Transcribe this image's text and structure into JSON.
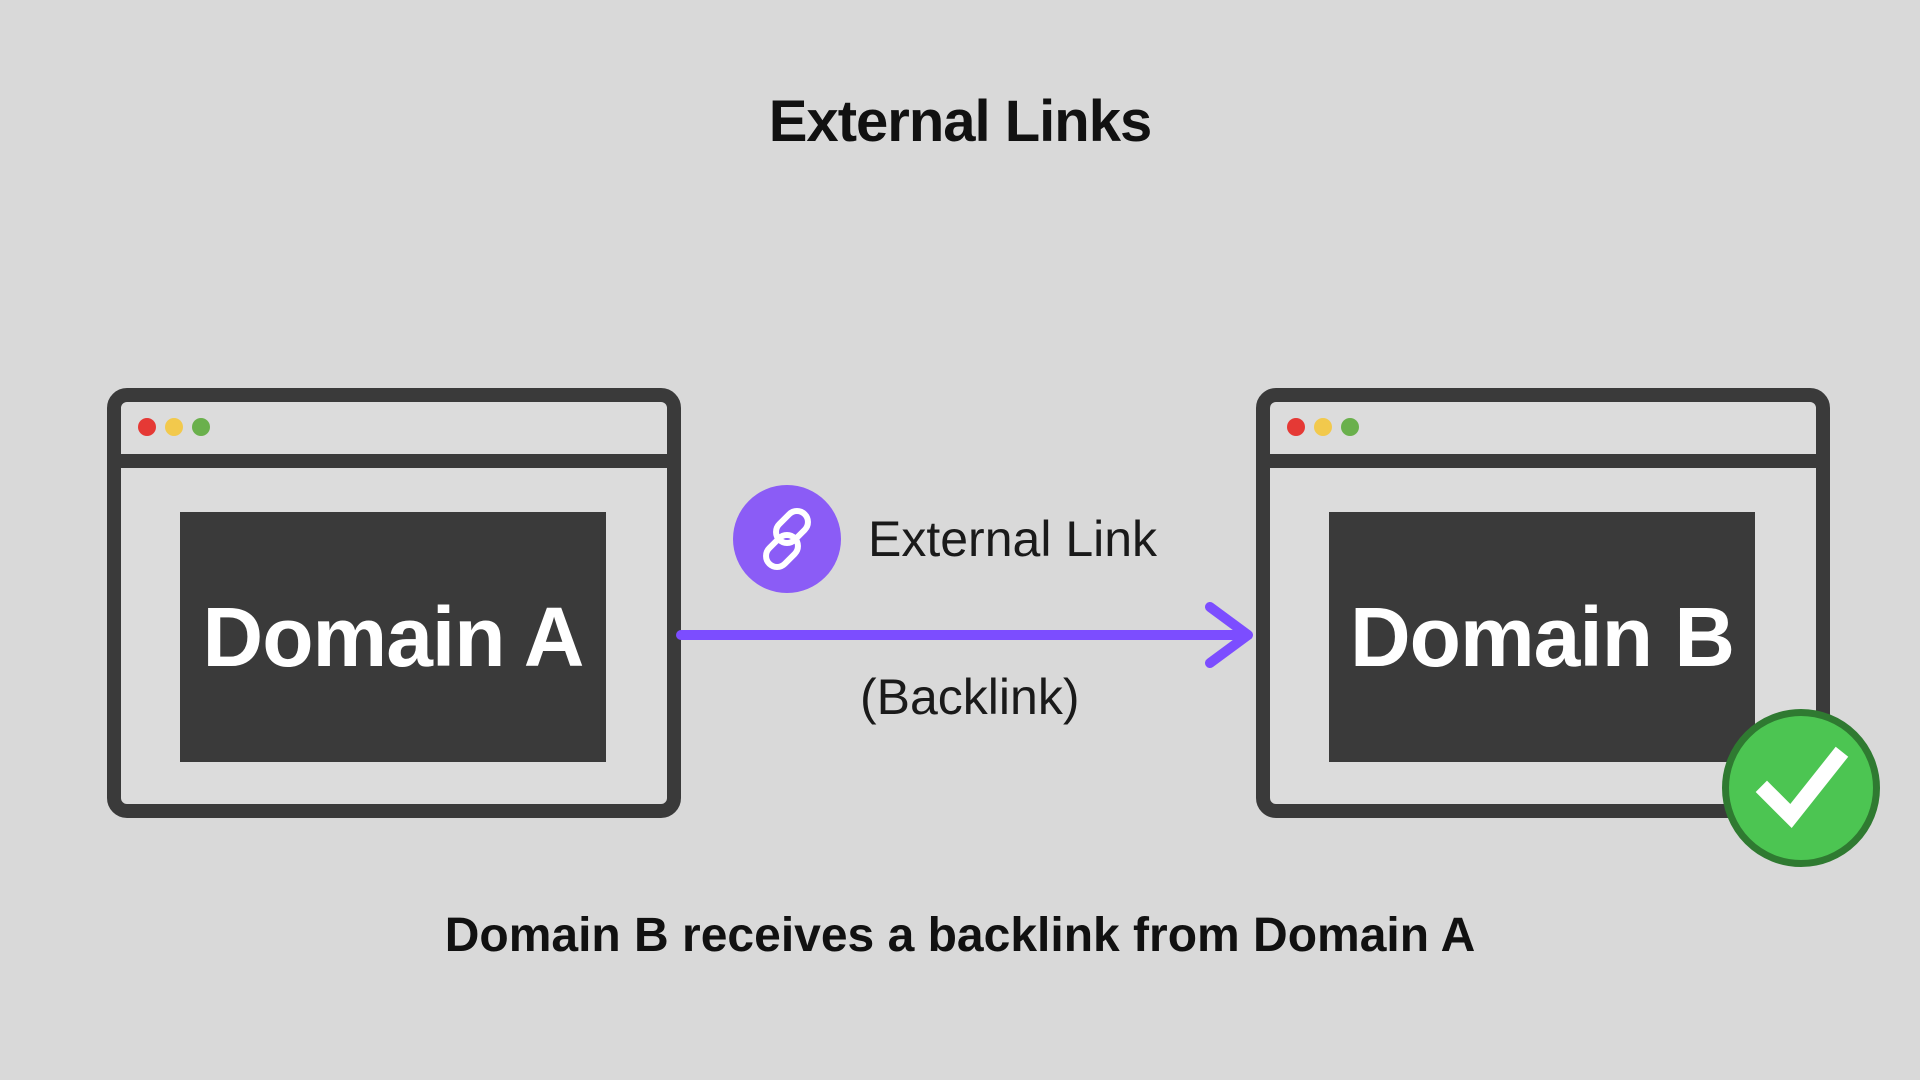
{
  "title": "External Links",
  "source": {
    "label": "Domain A"
  },
  "target": {
    "label": "Domain B"
  },
  "connector": {
    "label": "External Link",
    "sublabel": "(Backlink)",
    "icon": "link-icon"
  },
  "status_icon": "checkmark-icon",
  "caption": "Domain B receives a backlink from Domain A",
  "colors": {
    "background": "#d9d9d9",
    "window_frame": "#3a3a3a",
    "arrow": "#7c4dff",
    "link_badge": "#8b5cf6",
    "check_badge": "#4cc552",
    "dot_red": "#e53935",
    "dot_yellow": "#f2c94c",
    "dot_green": "#6ab04c"
  }
}
